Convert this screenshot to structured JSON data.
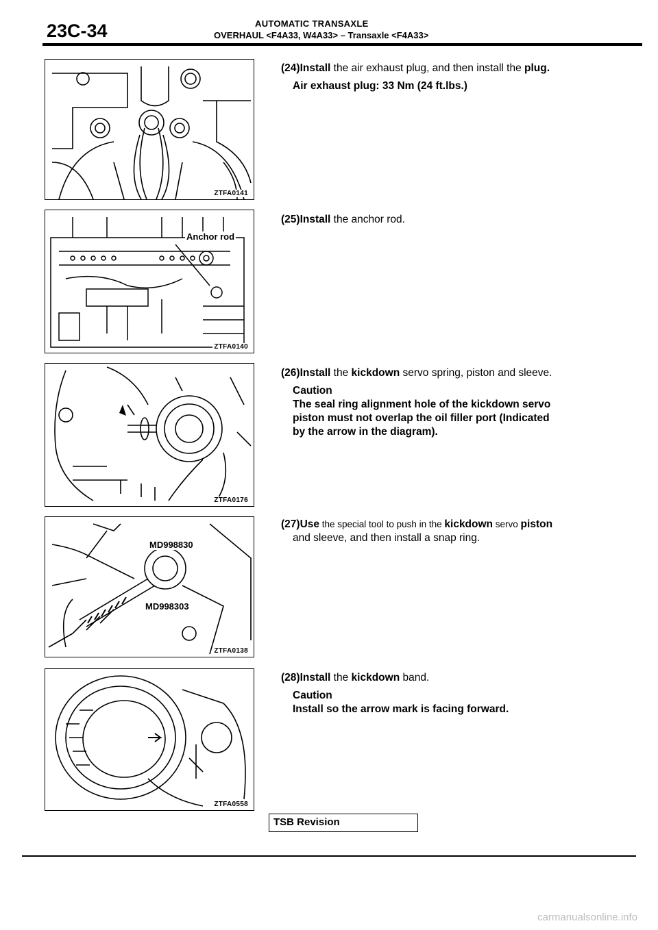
{
  "header": {
    "page_code": "23C-34",
    "section": "AUTOMATIC TRANSAXLE",
    "subsection": "OVERHAUL <F4A33, W4A33> – Transaxle <F4A33>"
  },
  "figures": [
    {
      "code": "ZTFA0141",
      "labels": []
    },
    {
      "code": "ZTFA0140",
      "labels": [
        "Anchor rod"
      ]
    },
    {
      "code": "ZTFA0176",
      "labels": []
    },
    {
      "code": "ZTFA0138",
      "labels": [
        "MD998830",
        "MD998303"
      ]
    },
    {
      "code": "ZTFA0558",
      "labels": []
    }
  ],
  "steps": {
    "s24": {
      "num": "(24)",
      "verb": "Install",
      "text": " the air exhaust plug, and then install the ",
      "end": "plug.",
      "spec": "Air exhaust plug: 33 Nm (24 ft.lbs.)"
    },
    "s25": {
      "num": "(25)",
      "verb": "Install",
      "text": " the anchor rod."
    },
    "s26": {
      "num": "(26)",
      "verb": "Install",
      "text_a": " the ",
      "kw": "kickdown",
      "text_b": " servo spring, piston and sleeve.",
      "caution_label": "Caution",
      "caution_lines": [
        "The seal ring alignment hole of the kickdown servo",
        "piston must not overlap the oil filler port (Indicated",
        "by the arrow in the diagram)."
      ]
    },
    "s27": {
      "num": "(27)",
      "verb": "Use",
      "text_a": " the special tool to push in the ",
      "kw": "kickdown",
      "text_b": " servo ",
      "end": "piston",
      "line2": "and sleeve, and then install a snap ring."
    },
    "s28": {
      "num": "(28)",
      "verb": "Install",
      "text_a": " the ",
      "kw": "kickdown",
      "text_b": " band.",
      "caution_label": "Caution",
      "caution_text": "Install so the arrow mark is facing forward."
    }
  },
  "footer": {
    "tsb_label": "TSB Revision"
  },
  "watermark": "carmanualsonline.info"
}
